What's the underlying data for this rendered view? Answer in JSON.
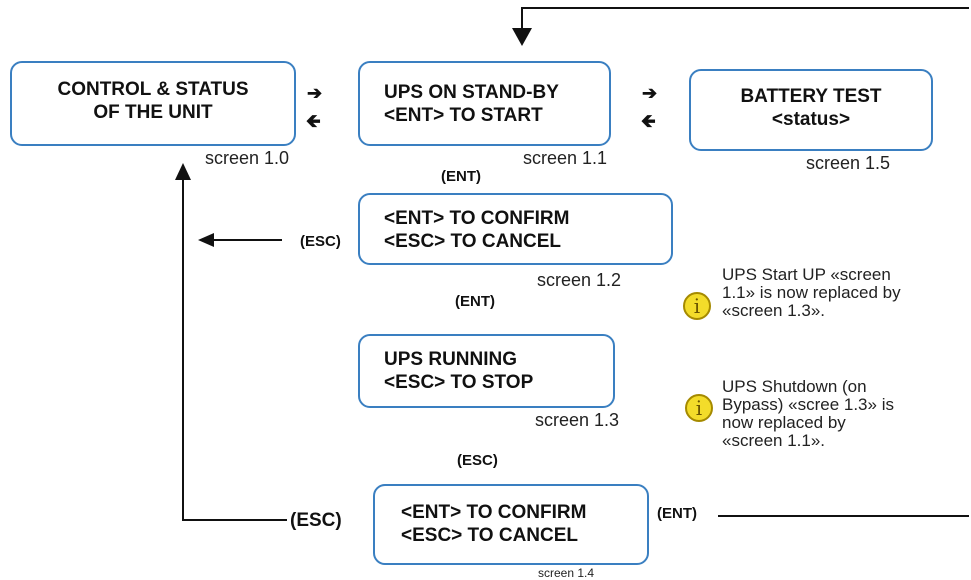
{
  "boxes": {
    "control": {
      "line1": "CONTROL & STATUS",
      "line2": "OF THE UNIT",
      "caption": "screen 1.0"
    },
    "standby": {
      "line1": "UPS ON STAND-BY",
      "line2": "<ENT> TO START",
      "caption": "screen 1.1"
    },
    "battery": {
      "line1": "BATTERY TEST",
      "line2": "<status>",
      "caption": "screen 1.5"
    },
    "confirm1": {
      "line1": "<ENT> TO CONFIRM",
      "line2": "<ESC> TO CANCEL",
      "caption": "screen 1.2"
    },
    "running": {
      "line1": "UPS RUNNING",
      "line2": "<ESC> TO STOP",
      "caption": "screen 1.3"
    },
    "confirm2": {
      "line1": "<ENT> TO CONFIRM",
      "line2": "<ESC> TO CANCEL",
      "caption": "screen 1.4"
    }
  },
  "keys": {
    "ent_top": "(ENT)",
    "esc_mid": "(ESC)",
    "ent_mid": "(ENT)",
    "esc_lower": "(ESC)",
    "esc_bottom": "(ESC)",
    "ent_bottom": "(ENT)"
  },
  "arrows": {
    "right": "➔",
    "left": "🡸"
  },
  "notes": {
    "startup": [
      "UPS Start UP «screen",
      "1.1» is now replaced by",
      "«screen 1.3»."
    ],
    "shutdown": [
      "UPS Shutdown (on",
      "Bypass) «scree 1.3» is",
      "now replaced by",
      "«screen 1.1»."
    ]
  },
  "info_icon_glyph": "i",
  "colors": {
    "box_border": "#3a7fc1",
    "info_fill": "#f3dc2a"
  }
}
